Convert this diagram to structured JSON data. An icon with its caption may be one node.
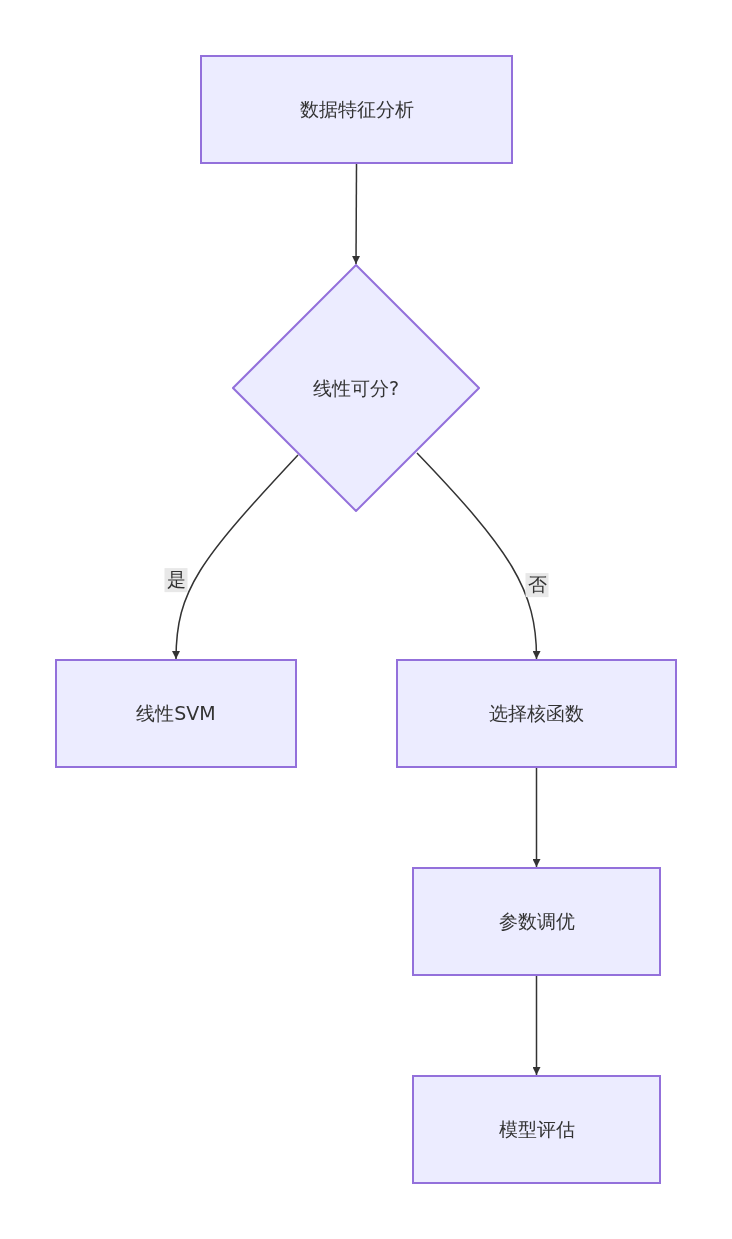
{
  "diagram": {
    "nodes": [
      {
        "text": [
          "数据特征分析"
        ]
      },
      {
        "text": [
          "线性可分?"
        ]
      },
      {
        "text": [
          "线性SVM"
        ]
      },
      {
        "text": [
          "选择核函数"
        ]
      },
      {
        "text": [
          "参数调优"
        ]
      },
      {
        "text": [
          "模型评估"
        ]
      }
    ],
    "edges": [
      {
        "from": 0,
        "to": 1,
        "arrow": "to"
      },
      {
        "from": 1,
        "to": 2,
        "arrow": "to",
        "label": "是"
      },
      {
        "from": 1,
        "to": 3,
        "arrow": "to",
        "label": "否"
      },
      {
        "from": 3,
        "to": 4,
        "arrow": "to"
      },
      {
        "from": 4,
        "to": 5,
        "arrow": "to"
      }
    ]
  }
}
